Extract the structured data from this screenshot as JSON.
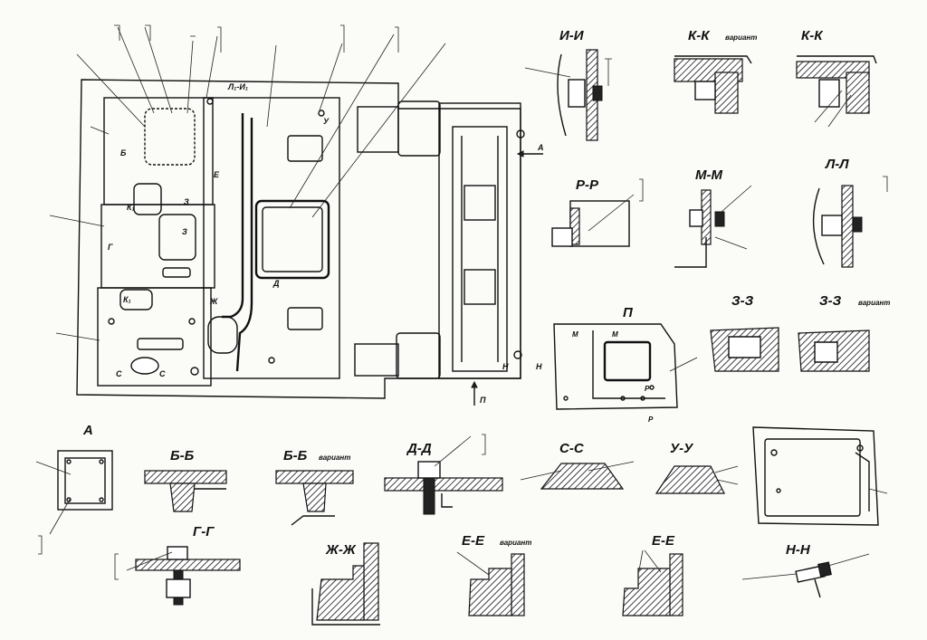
{
  "main_view": {
    "label_L1_I1": "Л₁-И₁",
    "label_A": "А",
    "label_P": "П",
    "label_N": "Н",
    "label_Ye": "Е",
    "label_Zh": "Ж",
    "label_K1": "К₁",
    "label_S": "С",
    "label_Z": "З",
    "label_U": "У",
    "label_D": "Д",
    "label_G": "Г",
    "label_B": "Б"
  },
  "sections": {
    "I_I": "И-И",
    "K_K_variant": "К-К",
    "K_K": "К-К",
    "R_R": "Р-Р",
    "M_M": "М-М",
    "L_L": "Л-Л",
    "P": "П",
    "Z_Z": "З-З",
    "Z_Z_variant": "З-З",
    "A": "А",
    "B_B": "Б-Б",
    "B_B_variant": "Б-Б",
    "D_D": "Д-Д",
    "S_S": "С-С",
    "U_U": "У-У",
    "G_G": "Г-Г",
    "Zh_Zh": "Ж-Ж",
    "Ye_Ye_variant": "Е-Е",
    "Ye_Ye": "Е-Е",
    "N_N": "Н-Н"
  },
  "variant_word": "вариант",
  "view_P_marks": {
    "m": "М",
    "r": "Р"
  }
}
